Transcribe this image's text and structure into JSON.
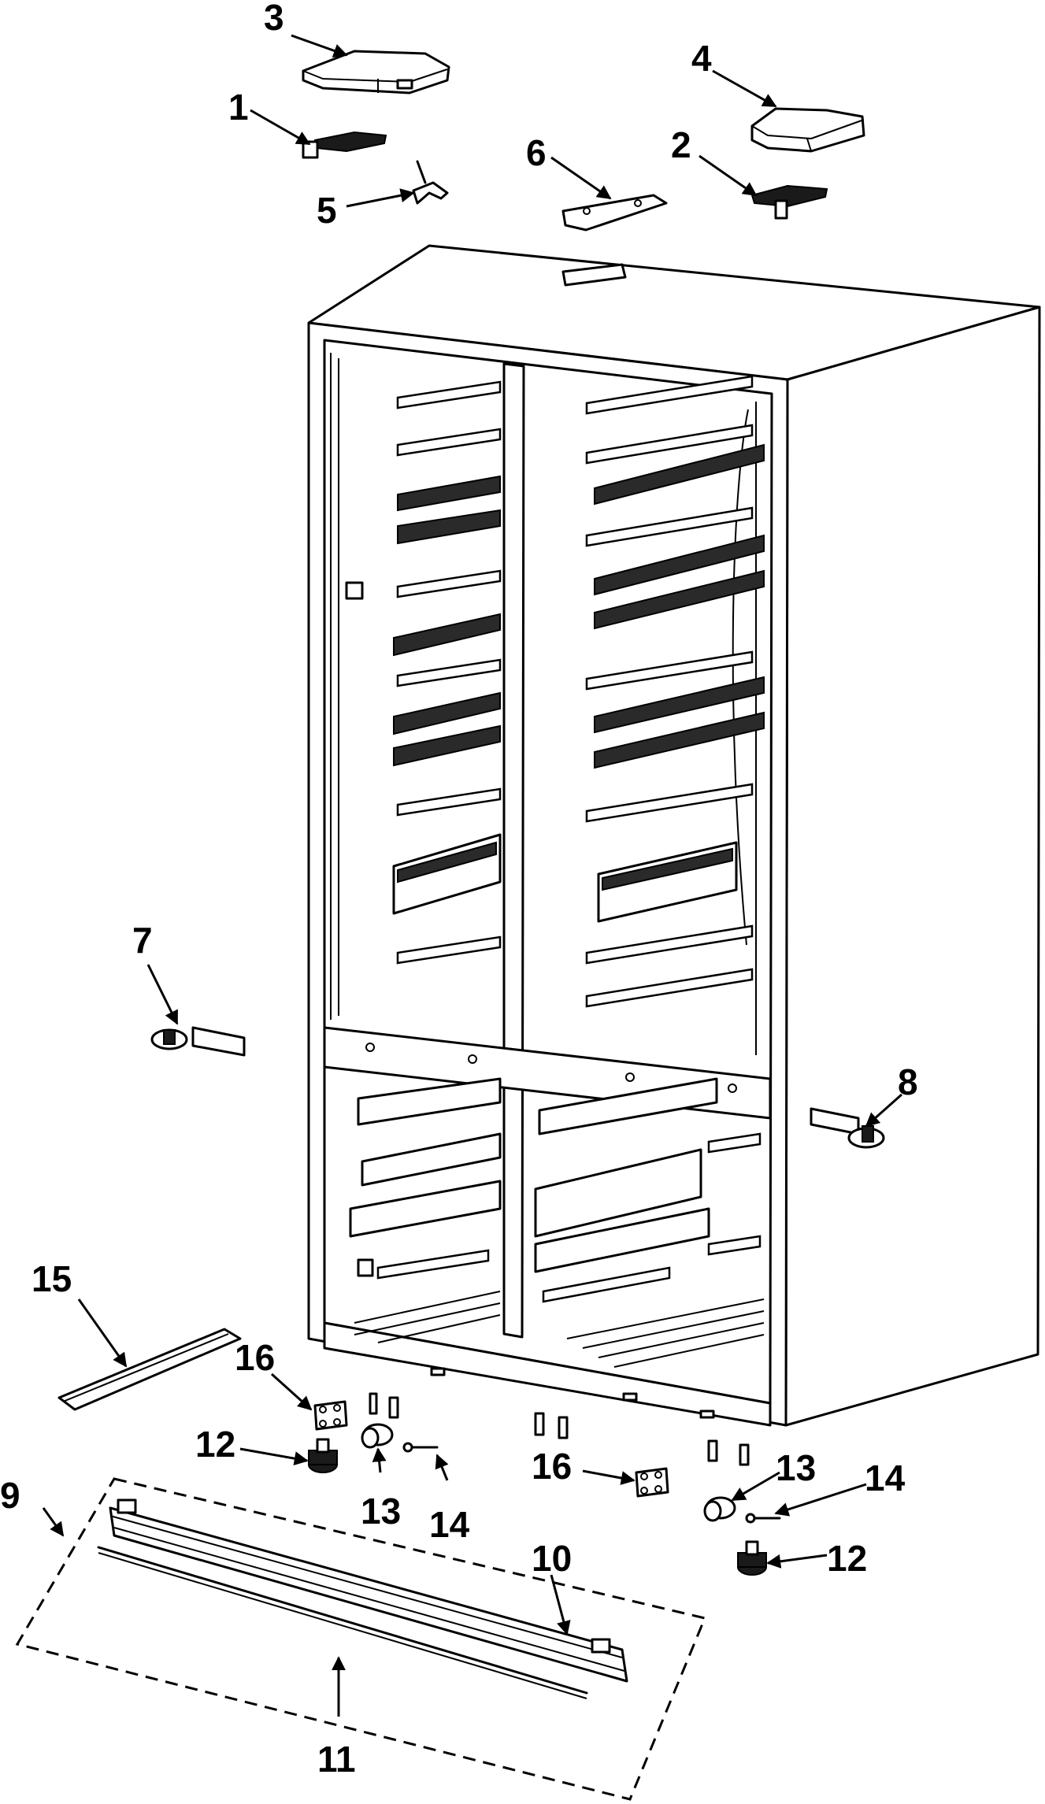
{
  "diagram": {
    "callouts": [
      {
        "id": "c1",
        "label": "1"
      },
      {
        "id": "c2",
        "label": "2"
      },
      {
        "id": "c3",
        "label": "3"
      },
      {
        "id": "c4",
        "label": "4"
      },
      {
        "id": "c5",
        "label": "5"
      },
      {
        "id": "c6",
        "label": "6"
      },
      {
        "id": "c7",
        "label": "7"
      },
      {
        "id": "c8",
        "label": "8"
      },
      {
        "id": "c9",
        "label": "9"
      },
      {
        "id": "c10",
        "label": "10"
      },
      {
        "id": "c11",
        "label": "11"
      },
      {
        "id": "c12a",
        "label": "12"
      },
      {
        "id": "c12b",
        "label": "12"
      },
      {
        "id": "c13a",
        "label": "13"
      },
      {
        "id": "c13b",
        "label": "13"
      },
      {
        "id": "c14a",
        "label": "14"
      },
      {
        "id": "c14b",
        "label": "14"
      },
      {
        "id": "c15",
        "label": "15"
      },
      {
        "id": "c16a",
        "label": "16"
      },
      {
        "id": "c16b",
        "label": "16"
      }
    ]
  }
}
